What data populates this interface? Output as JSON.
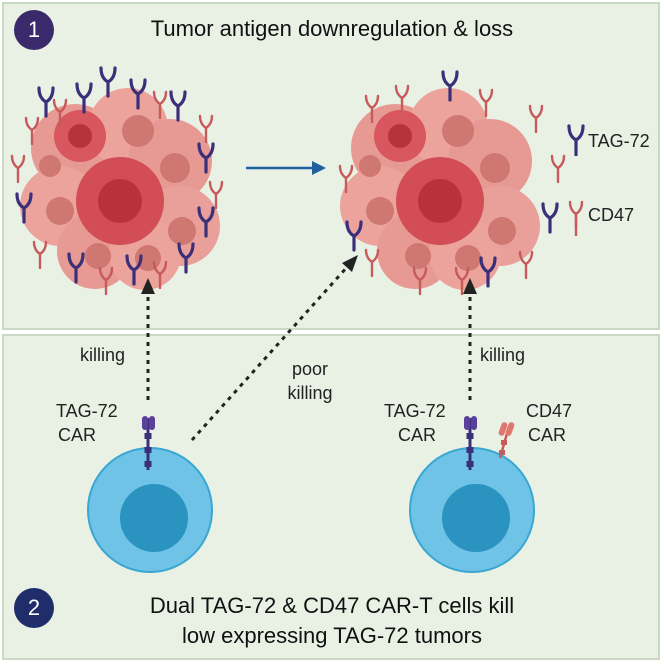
{
  "panel1": {
    "step": "1",
    "title": "Tumor antigen downregulation & loss"
  },
  "legend": {
    "tag72": "TAG-72",
    "cd47": "CD47"
  },
  "panel2": {
    "step": "2",
    "title_line1": "Dual TAG-72 & CD47 CAR-T cells kill",
    "title_line2": "low expressing TAG-72 tumors"
  },
  "arrows": {
    "left": "killing",
    "middle_line1": "poor",
    "middle_line2": "killing",
    "right": "killing"
  },
  "cells": {
    "left_car_line1": "TAG-72",
    "left_car_line2": "CAR",
    "right_car1_line1": "TAG-72",
    "right_car1_line2": "CAR",
    "right_car2_line1": "CD47",
    "right_car2_line2": "CAR"
  },
  "colors": {
    "panel": "#e9f1e5",
    "tumor": "#e79a93",
    "tumor_dark": "#d24d55",
    "tag72": "#3b2f7a",
    "cd47": "#c75a5a",
    "tcell": "#6ec3e6",
    "tcell_nucleus": "#2b93c0",
    "arrow": "#1f5f9e"
  }
}
